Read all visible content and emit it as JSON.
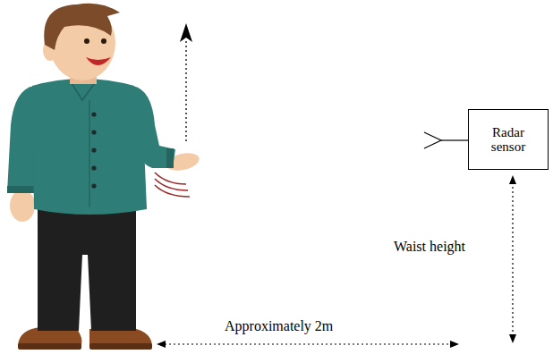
{
  "diagram": {
    "nodes": [
      {
        "text": [
          "Radar sensor"
        ]
      }
    ],
    "labels": [
      "Waist height",
      "Approximately 2m"
    ]
  }
}
